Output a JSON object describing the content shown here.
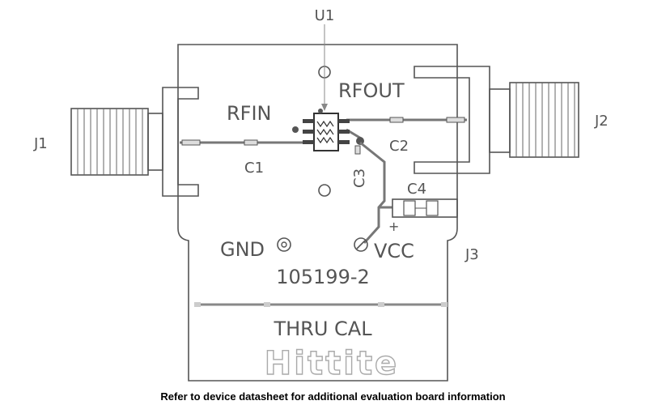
{
  "labels": {
    "u1": "U1",
    "rfin": "RFIN",
    "rfout": "RFOUT",
    "j1": "J1",
    "j2": "J2",
    "j3": "J3",
    "c1": "C1",
    "c2": "C2",
    "c3": "C3",
    "c4": "C4",
    "plus": "+",
    "gnd": "GND",
    "vcc": "VCC",
    "part_number": "105199-2",
    "thru_cal": "THRU CAL",
    "logo": "Hittite"
  },
  "caption": "Refer to device datasheet for additional evaluation board information"
}
